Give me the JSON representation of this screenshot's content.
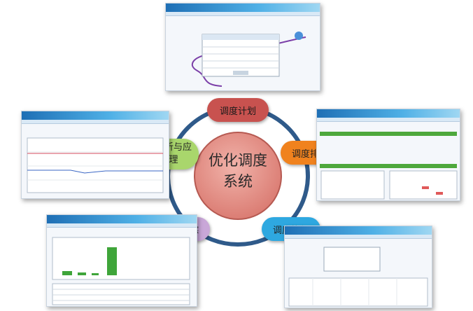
{
  "center": {
    "line1": "优化调度",
    "line2": "系统"
  },
  "nodes": {
    "plan": "调度计划",
    "schedule": "调度排程",
    "execute": "调度执行",
    "trace": "调度追踪",
    "analysis": "调度分析与应急管理"
  },
  "colors": {
    "plan": "#c8524f",
    "schedule": "#f0821e",
    "execute": "#2ea8e0",
    "trace": "#c9a7d8",
    "analysis": "#a9d66c",
    "center": "#e4968e",
    "ring": "#2f5a8a"
  }
}
